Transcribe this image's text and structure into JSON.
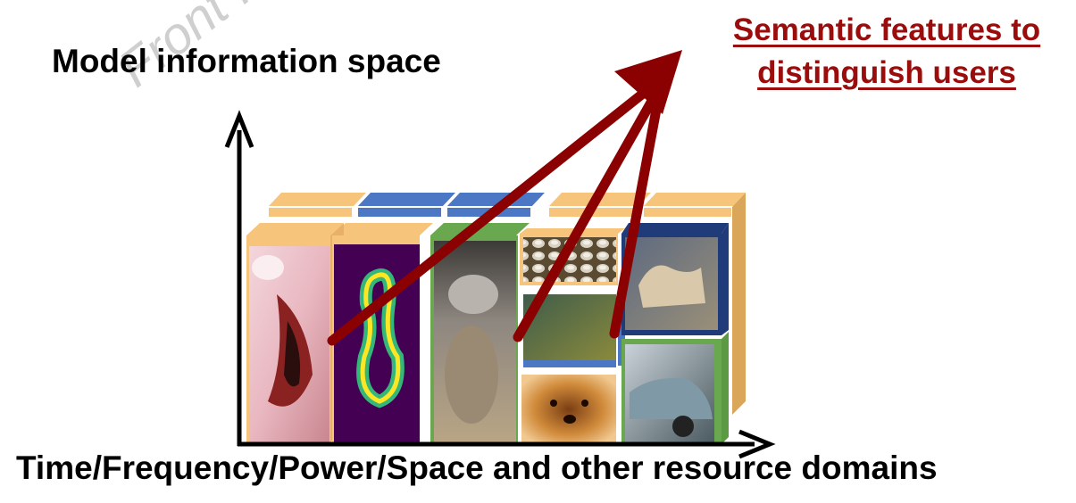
{
  "labels": {
    "y_axis": "Model information space",
    "x_axis": "Time/Frequency/Power/Space and other resource domains",
    "callout_line1": "Semantic features to",
    "callout_line2": "distinguish users",
    "watermark": "Front Inform"
  },
  "colors": {
    "arrow": "#8b0000",
    "callout_text": "#9b0d0d",
    "block_orange": "#f7c47c",
    "block_blue": "#4b77c5",
    "block_green": "#6aa84f",
    "block_navy": "#1f3b7a",
    "axis": "#000000"
  },
  "image_tiles": [
    {
      "name": "tile-pink-animal-image",
      "kind": "pink-animal"
    },
    {
      "name": "tile-digit-heatmap-image",
      "kind": "digit-heatmap"
    },
    {
      "name": "tile-blurry-animal-image",
      "kind": "blurry-animal"
    },
    {
      "name": "tile-pebbles-image",
      "kind": "pebbles"
    },
    {
      "name": "tile-field-image",
      "kind": "field"
    },
    {
      "name": "tile-dog-face-image",
      "kind": "dog-face"
    },
    {
      "name": "tile-horse-image",
      "kind": "horse"
    },
    {
      "name": "tile-car-image",
      "kind": "car"
    }
  ]
}
